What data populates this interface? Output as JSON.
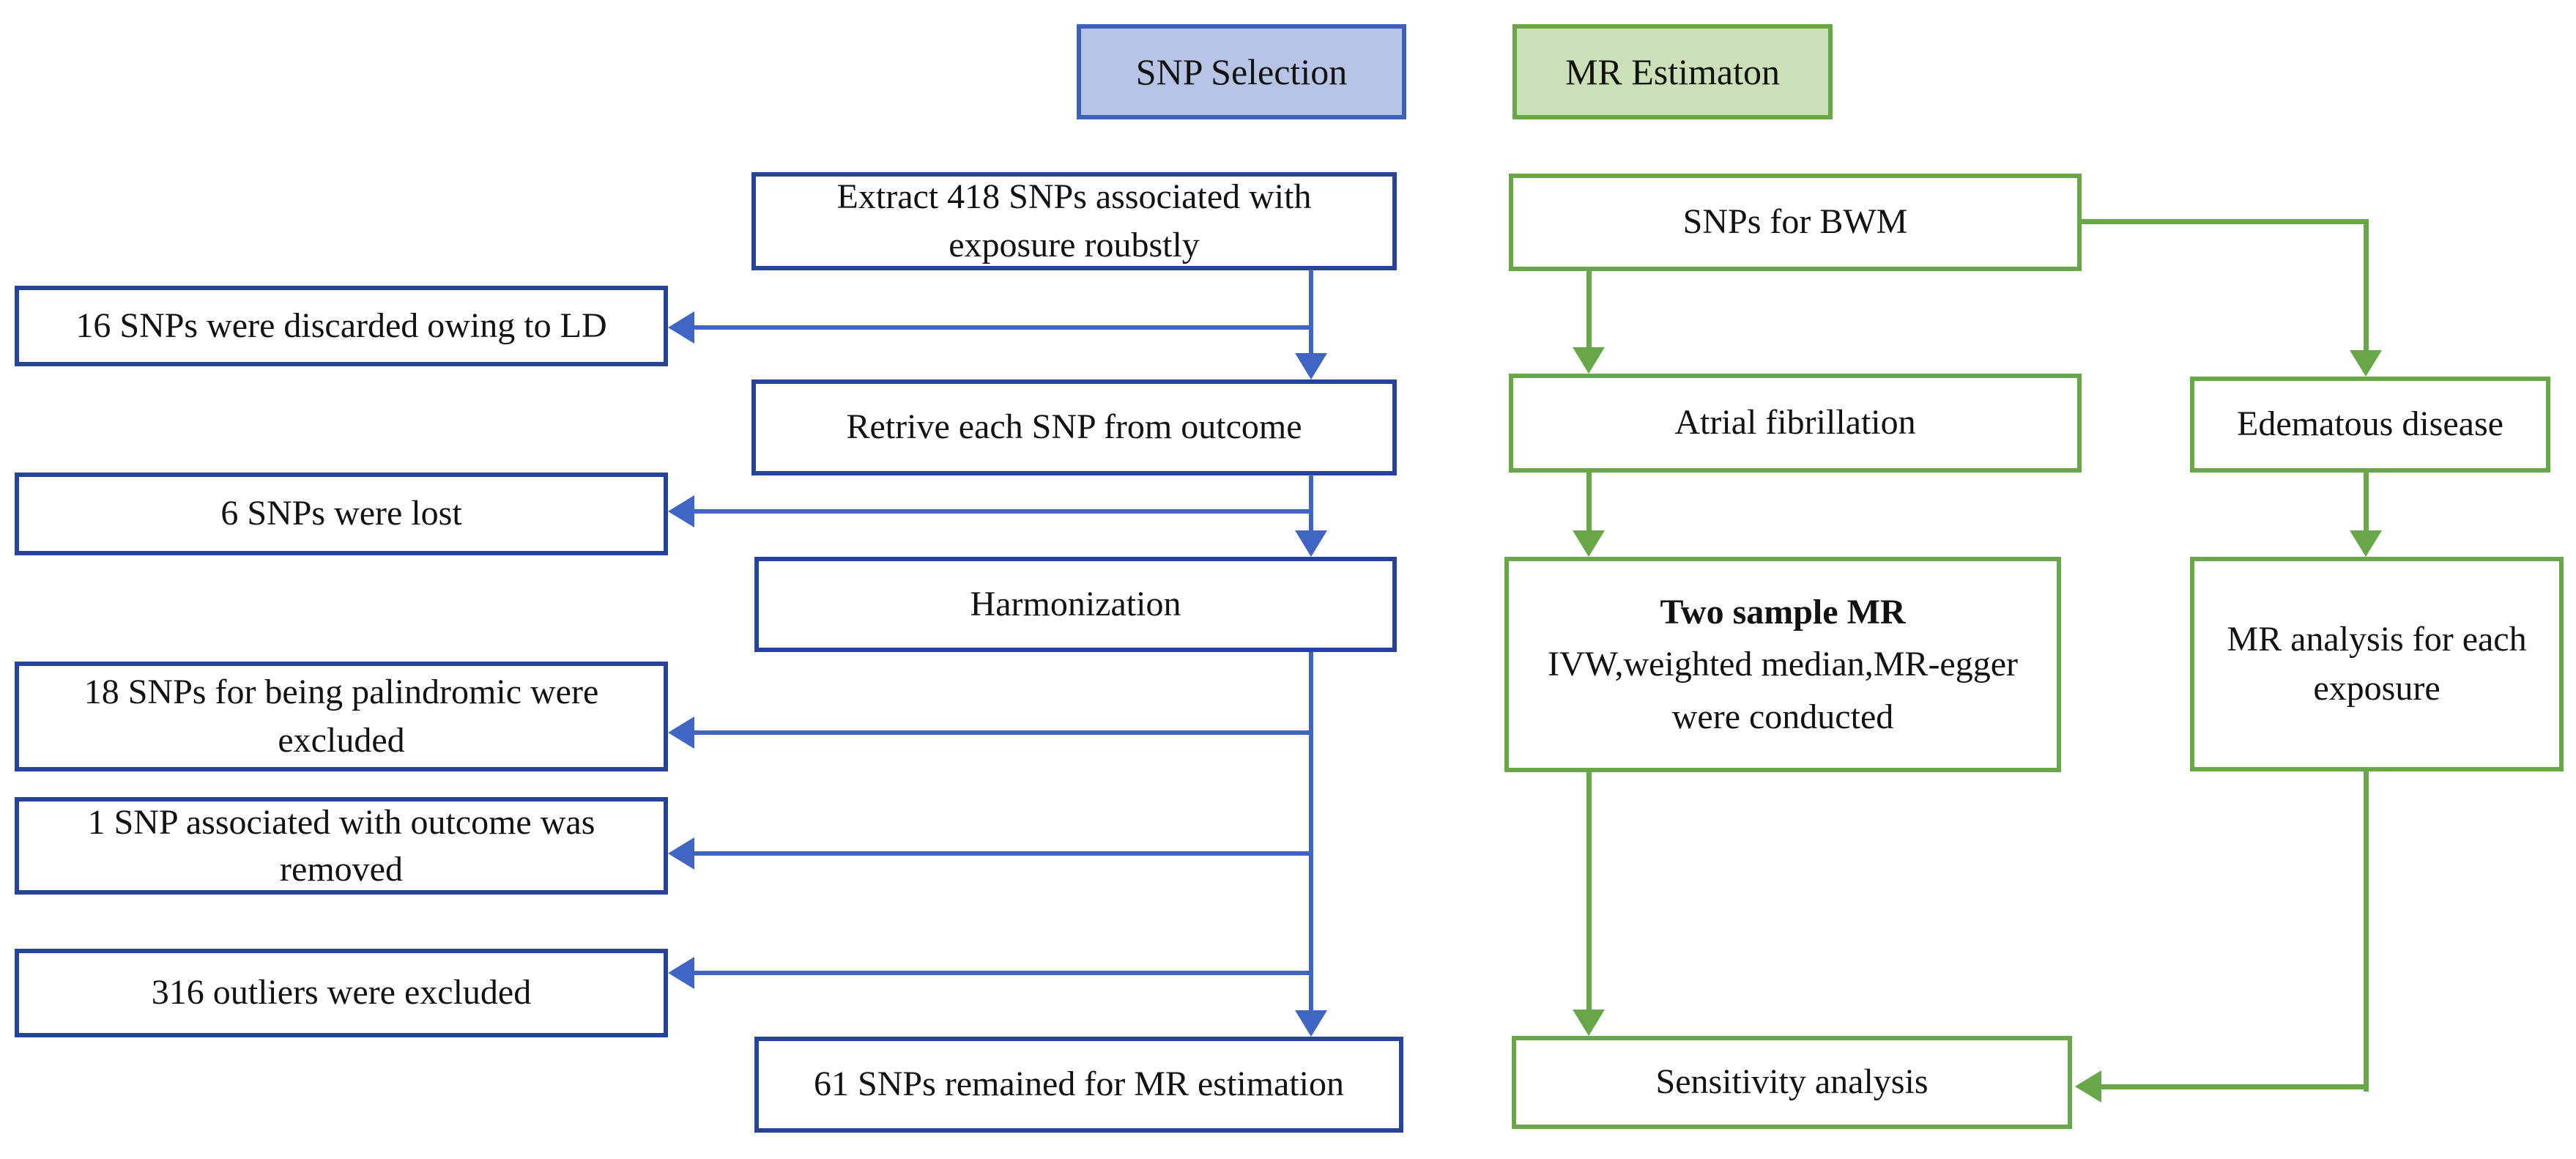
{
  "headers": {
    "snp_selection": "SNP Selection",
    "mr_estimation": "MR Estimaton"
  },
  "boxes": {
    "extract": {
      "lines": [
        "Extract 418 SNPs associated with",
        "exposure roubstly"
      ]
    },
    "discard_ld": {
      "lines": [
        "16 SNPs were discarded owing to LD"
      ]
    },
    "retrieve": {
      "lines": [
        "Retrive each SNP from outcome"
      ]
    },
    "lost": {
      "lines": [
        "6 SNPs were lost"
      ]
    },
    "harmonization": {
      "lines": [
        "Harmonization"
      ]
    },
    "palindromic": {
      "lines": [
        "18 SNPs for being palindromic were",
        "excluded"
      ]
    },
    "outcome_removed": {
      "lines": [
        "1 SNP associated with outcome was",
        "removed"
      ]
    },
    "outliers": {
      "lines": [
        "316 outliers were excluded"
      ]
    },
    "remained": {
      "lines": [
        "61 SNPs remained for MR estimation"
      ]
    },
    "bwm": {
      "lines": [
        "SNPs for BWM"
      ]
    },
    "atrial": {
      "lines": [
        "Atrial fibrillation"
      ]
    },
    "edematous": {
      "lines": [
        "Edematous disease"
      ]
    },
    "two_sample": {
      "bold_line": "Two sample MR",
      "lines": [
        "IVW,weighted median,MR-egger",
        "were conducted"
      ]
    },
    "mr_each": {
      "lines": [
        "MR analysis for each",
        "exposure"
      ]
    },
    "sensitivity": {
      "lines": [
        "Sensitivity analysis"
      ]
    }
  },
  "colors": {
    "blue_border": "#26439b",
    "blue_arrow": "#3f66c4",
    "blue_header_fill": "#b7c4e6",
    "blue_header_border": "#3a62b5",
    "green_border": "#68a747",
    "green_header_fill": "#cbe0b6",
    "text": "#121212",
    "background": "#ffffff"
  }
}
